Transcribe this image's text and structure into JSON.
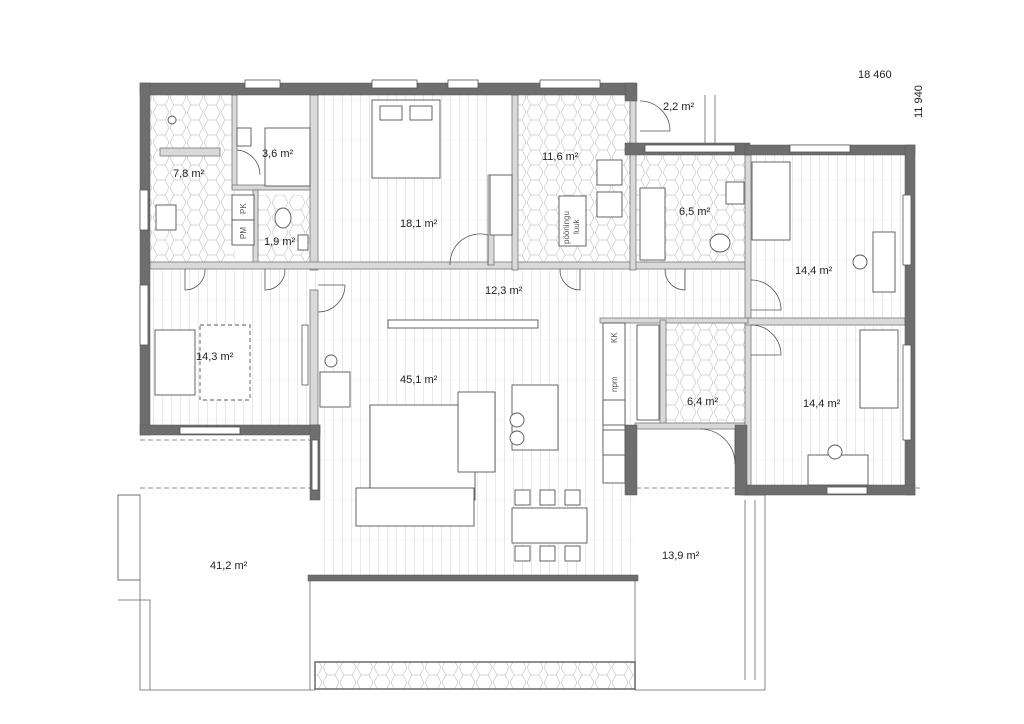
{
  "dimensions": {
    "width": "18 460",
    "depth": "11 940"
  },
  "rooms": [
    {
      "id": "sauna-washroom",
      "area": "7,8 m²"
    },
    {
      "id": "sauna",
      "area": "3,6 m²"
    },
    {
      "id": "wc-small",
      "area": "1,9 m²"
    },
    {
      "id": "bedroom-master",
      "area": "18,1 m²"
    },
    {
      "id": "utility",
      "area": "11,6 m²"
    },
    {
      "id": "entry",
      "area": "2,2 m²"
    },
    {
      "id": "bathroom",
      "area": "6,5 m²"
    },
    {
      "id": "bedroom-top-right",
      "area": "14,4 m²"
    },
    {
      "id": "hallway",
      "area": "12,3 m²"
    },
    {
      "id": "room-left",
      "area": "14,3 m²"
    },
    {
      "id": "living-kitchen",
      "area": "45,1 m²"
    },
    {
      "id": "storage",
      "area": "6,4 m²"
    },
    {
      "id": "bedroom-bottom-right",
      "area": "14,4 m²"
    },
    {
      "id": "terrace-left",
      "area": "41,2 m²"
    },
    {
      "id": "terrace-right",
      "area": "13,9 m²"
    }
  ],
  "annotations": {
    "attic_hatch_1": "pööningu",
    "attic_hatch_2": "luuk",
    "pk": "PK",
    "pm": "PM",
    "kk": "KK",
    "npm": "npm"
  },
  "colors": {
    "wall": "#6e6e6e",
    "background": "#ffffff"
  }
}
